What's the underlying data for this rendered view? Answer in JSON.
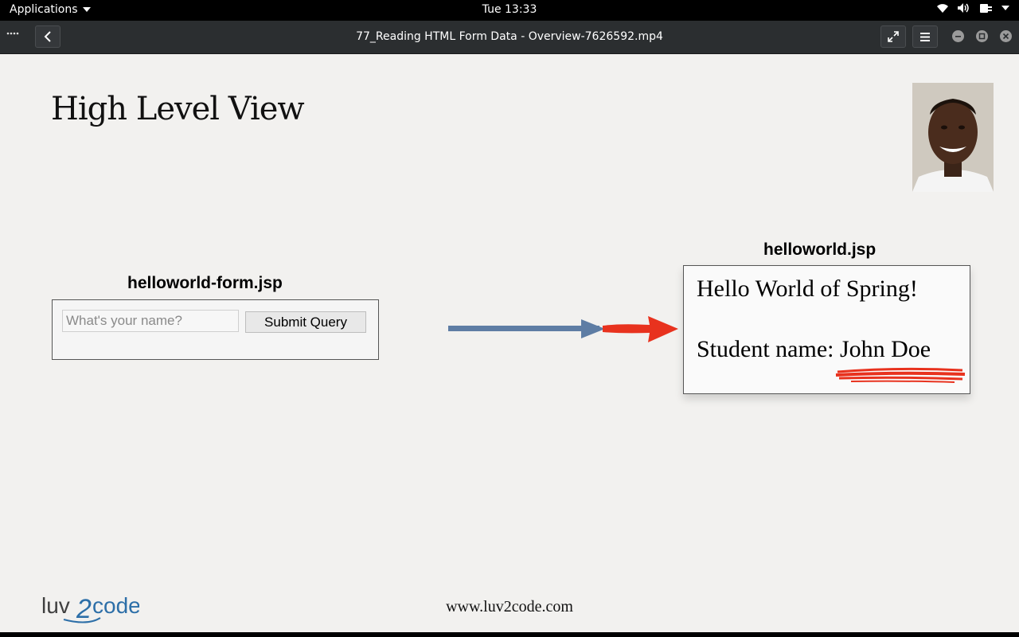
{
  "system_bar": {
    "applications_label": "Applications",
    "clock": "Tue 13:33"
  },
  "window": {
    "title": "77_Reading HTML Form Data - Overview-7626592.mp4"
  },
  "slide": {
    "title": "High Level View",
    "form_page": {
      "label": "helloworld-form.jsp",
      "input_placeholder": "What's your name?",
      "submit_label": "Submit Query"
    },
    "result_page": {
      "label": "helloworld.jsp",
      "line1": "Hello World of Spring!",
      "line2": "Student name: John Doe"
    },
    "footer_url": "www.luv2code.com",
    "logo_text": "luv2code"
  },
  "colors": {
    "slide_background": "#f2f1ef",
    "arrow_blue": "#5e7da4",
    "arrow_red": "#e8321e",
    "titlebar": "#2b2e30"
  }
}
